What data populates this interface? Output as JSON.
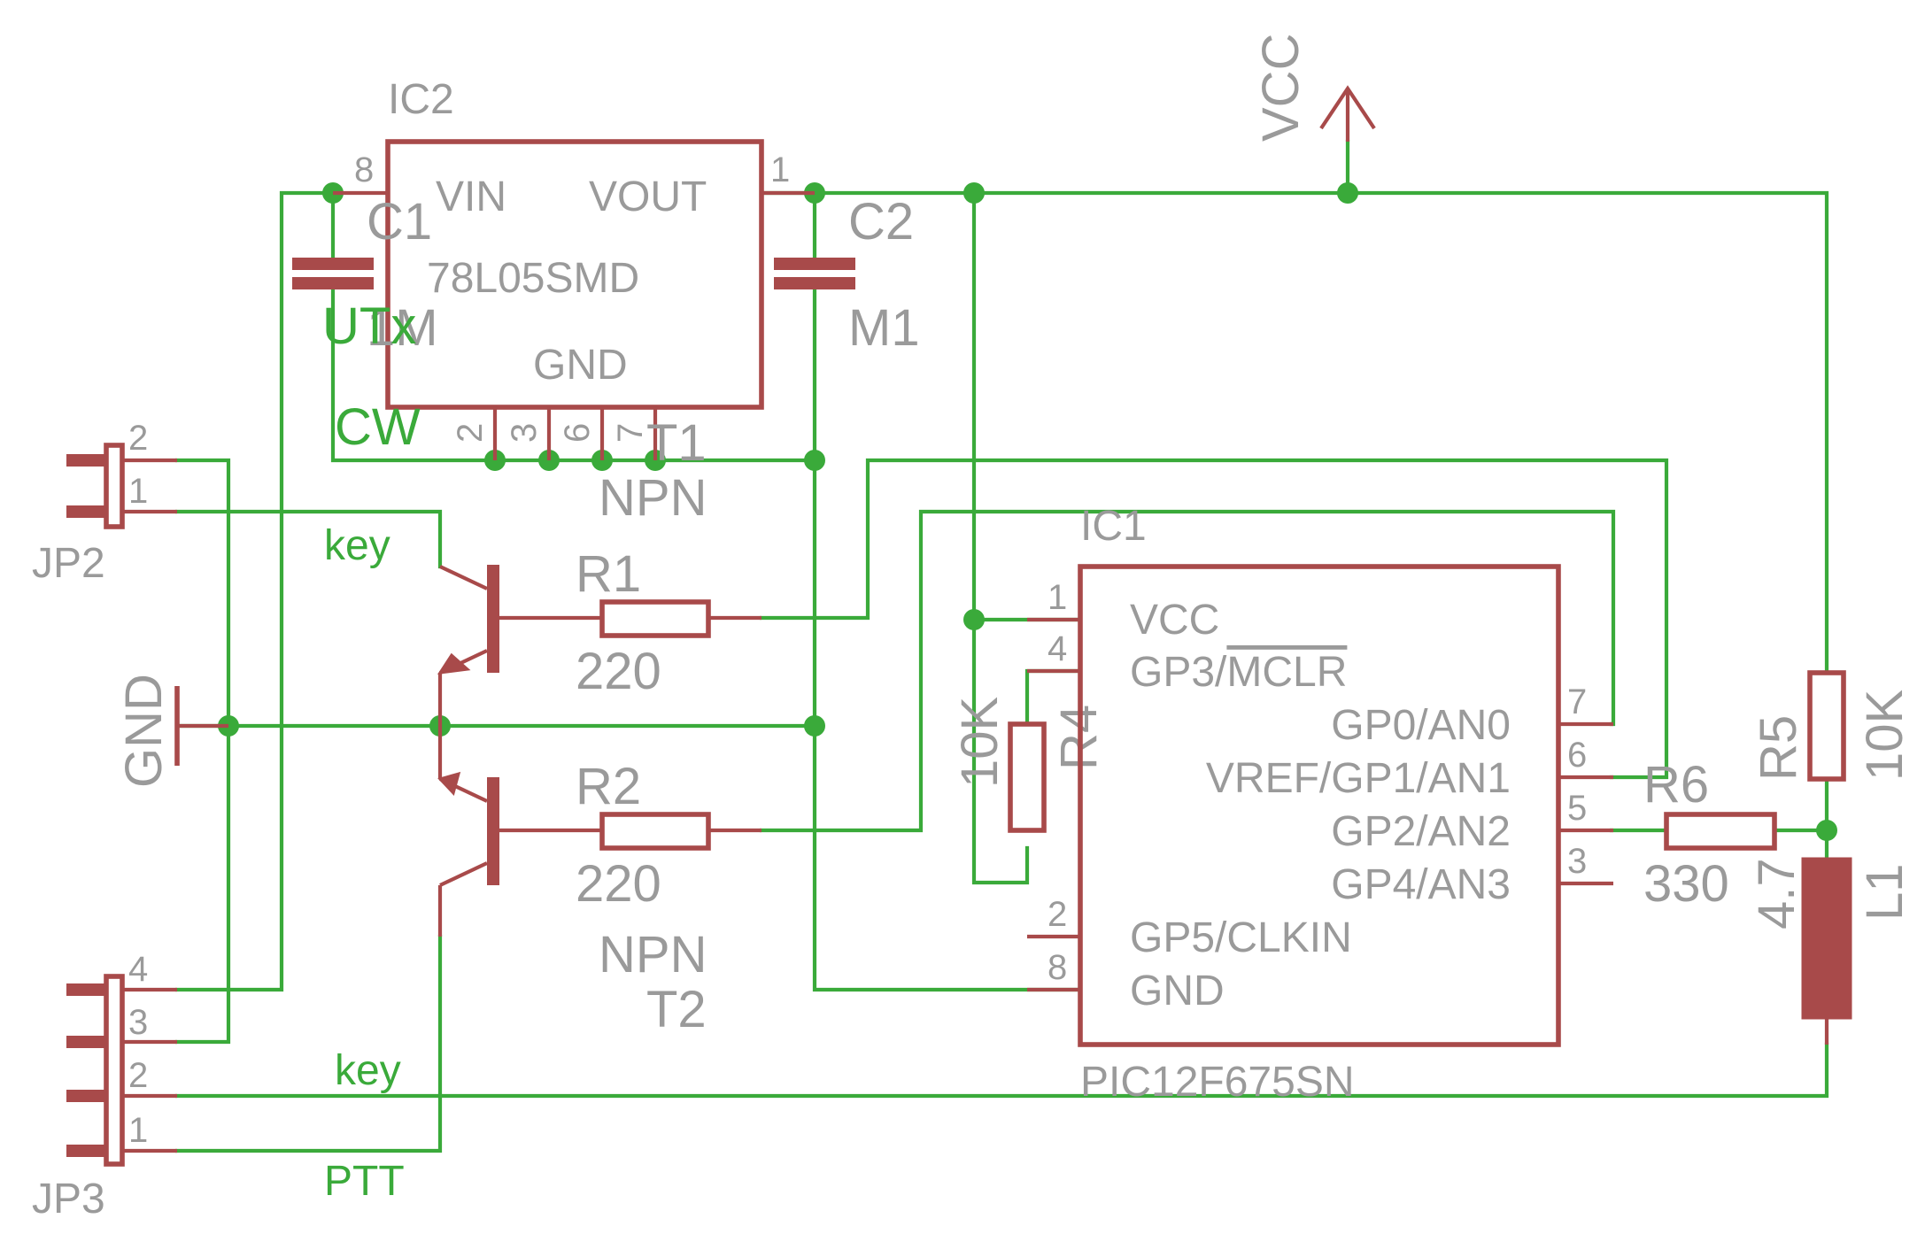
{
  "labels": {
    "ic2": "IC2",
    "ic2_vin": "VIN",
    "ic2_vout": "VOUT",
    "ic2_value": "78L05SMD",
    "ic2_gnd": "GND",
    "ic1": "IC1",
    "ic1_value": "PIC12F675SN",
    "ic1_vcc": "VCC",
    "ic1_gp3": "GP3/MCLR",
    "ic1_gp3_prefix": "GP3/",
    "ic1_gp3_over": "MCLR",
    "ic1_gp0": "GP0/AN0",
    "ic1_gp1": "VREF/GP1/AN1",
    "ic1_gp2": "GP2/AN2",
    "ic1_gp4": "GP4/AN3",
    "ic1_gp5": "GP5/CLKIN",
    "ic1_gnd": "GND",
    "c1": "C1",
    "c1_value": "1M",
    "c2": "C2",
    "c2_value": "M1",
    "r1": "R1",
    "r1_value": "220",
    "r2": "R2",
    "r2_value": "220",
    "r4": "R4",
    "r4_value": "10K",
    "r5": "R5",
    "r5_value": "10K",
    "r6": "R6",
    "r6_value": "330",
    "l1": "L1",
    "l1_value": "4.7",
    "t1": "T1",
    "t1_type": "NPN",
    "t2": "T2",
    "t2_type": "NPN",
    "jp2": "JP2",
    "jp3": "JP3",
    "gnd": "GND",
    "vcc": "VCC"
  },
  "pins": {
    "ic2_8": "8",
    "ic2_1": "1",
    "ic2_2": "2",
    "ic2_3": "3",
    "ic2_6": "6",
    "ic2_7": "7",
    "ic1_1": "1",
    "ic1_4": "4",
    "ic1_2": "2",
    "ic1_8": "8",
    "ic1_7": "7",
    "ic1_6": "6",
    "ic1_5": "5",
    "ic1_3": "3",
    "jp2_2": "2",
    "jp2_1": "1",
    "jp3_4": "4",
    "jp3_3": "3",
    "jp3_2": "2",
    "jp3_1": "1"
  },
  "nets": {
    "utx": "UTx",
    "cw": "CW",
    "key_upper": "key",
    "key_lower": "key",
    "ptt": "PTT"
  },
  "colors": {
    "wire": "#3aaa3a",
    "part": "#a84a4a",
    "text": "#9a9a9a",
    "net_text": "#3aaa3a",
    "background": "#ffffff"
  }
}
